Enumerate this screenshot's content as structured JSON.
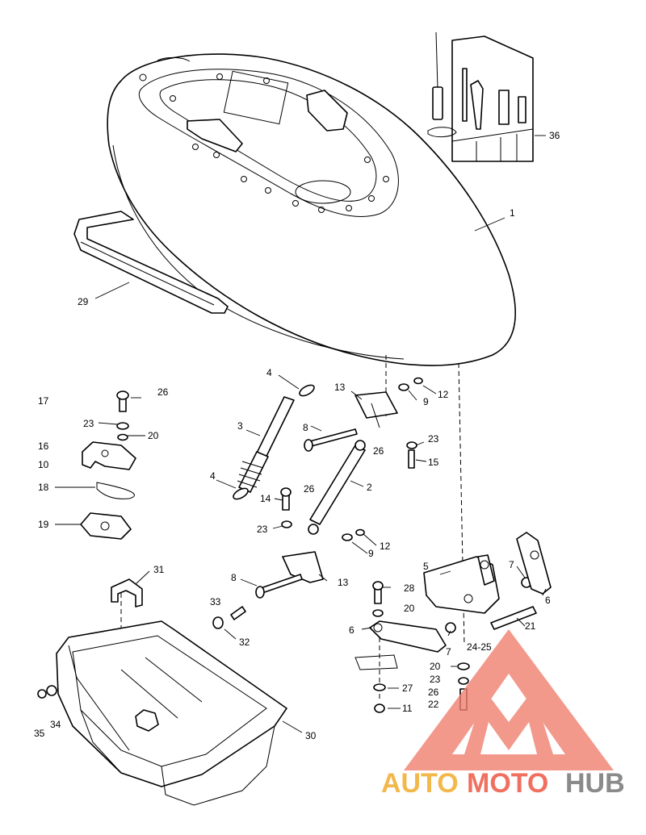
{
  "diagram": {
    "callouts": [
      "1",
      "2",
      "3",
      "4",
      "4",
      "5",
      "6",
      "6",
      "7",
      "7",
      "8",
      "8",
      "9",
      "9",
      "10",
      "11",
      "12",
      "12",
      "13",
      "13",
      "14",
      "15",
      "16",
      "17",
      "18",
      "19",
      "20",
      "20",
      "20",
      "21",
      "22",
      "23",
      "23",
      "23",
      "23",
      "24-25",
      "26",
      "26",
      "26",
      "26",
      "27",
      "28",
      "29",
      "30",
      "31",
      "32",
      "33",
      "34",
      "35",
      "36"
    ]
  },
  "watermark": {
    "word_1": "AUTO",
    "word_2": "MOTO",
    "word_3": "HUB",
    "color_1": "#f2b84b",
    "color_2": "#f07060",
    "color_3": "#8a8a8a",
    "logo": "triangle-m-logo"
  }
}
